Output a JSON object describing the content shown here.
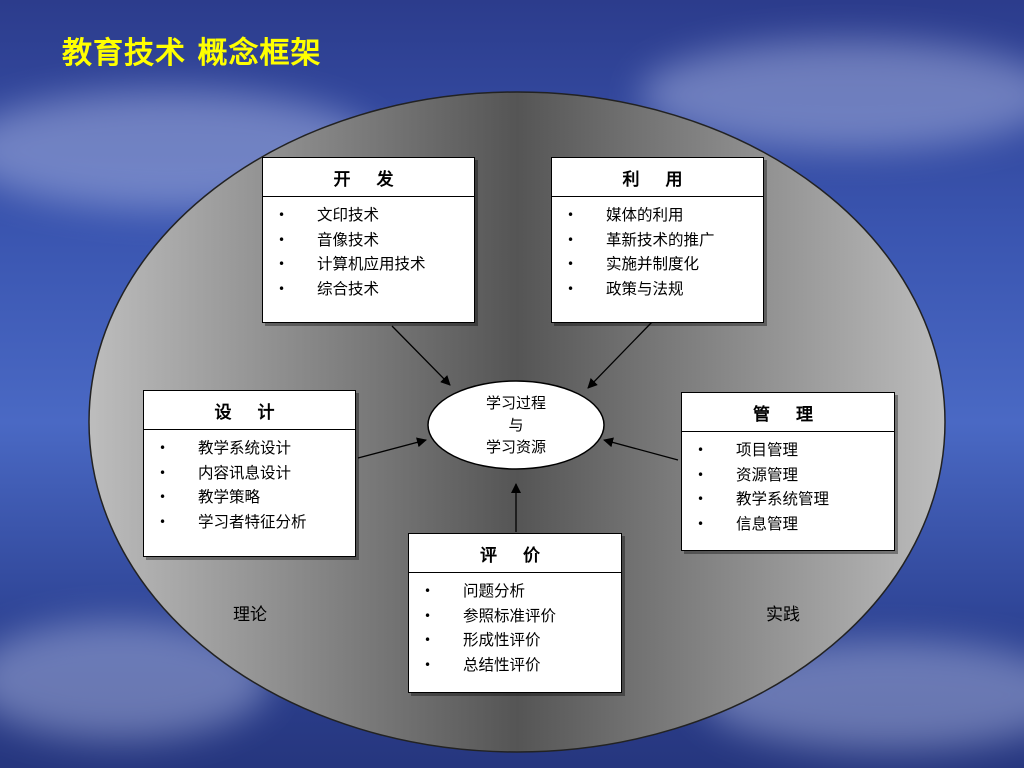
{
  "title": "教育技术 概念框架",
  "center": {
    "line1": "学习过程",
    "line2": "与",
    "line3": "学习资源"
  },
  "boxes": {
    "develop": {
      "header": "开 发",
      "items": [
        "文印技术",
        "音像技术",
        "计算机应用技术",
        "综合技术"
      ]
    },
    "utilize": {
      "header": "利 用",
      "items": [
        "媒体的利用",
        "革新技术的推广",
        "实施并制度化",
        "政策与法规"
      ]
    },
    "design": {
      "header": "设 计",
      "items": [
        "教学系统设计",
        "内容讯息设计",
        "教学策略",
        "学习者特征分析"
      ]
    },
    "manage": {
      "header": "管 理",
      "items": [
        "项目管理",
        "资源管理",
        "教学系统管理",
        "信息管理"
      ]
    },
    "evaluate": {
      "header": "评 价",
      "items": [
        "问题分析",
        "参照标准评价",
        "形成性评价",
        "总结性评价"
      ]
    }
  },
  "labels": {
    "theory": "理论",
    "practice": "实践"
  },
  "colors": {
    "title": "#ffff00",
    "background": "#3a55b0"
  }
}
